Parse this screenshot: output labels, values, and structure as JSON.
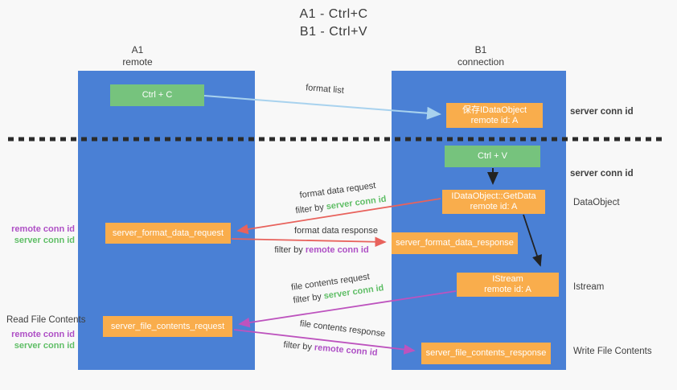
{
  "title": {
    "line1": "A1 - Ctrl+C",
    "line2": "B1 - Ctrl+V"
  },
  "columns": {
    "left": {
      "name": "A1",
      "subtitle": "remote"
    },
    "right": {
      "name": "B1",
      "subtitle": "connection"
    }
  },
  "boxes": {
    "ctrl_c": "Ctrl + C",
    "ctrl_v": "Ctrl + V",
    "save_dataobject": {
      "line1": "保存IDataObject",
      "line2": "remote id: A"
    },
    "getdata": {
      "line1": "IDataObject::GetData",
      "line2": "remote id: A"
    },
    "istream": {
      "line1": "IStream",
      "line2": "remote id: A"
    },
    "format_request": "server_format_data_request",
    "format_response": "server_format_data_response",
    "file_request": "server_file_contents_request",
    "file_response": "server_file_contents_response"
  },
  "arrow_labels": {
    "format_list": "format list",
    "format_data_request": "format data request",
    "filter_server_1": {
      "prefix": "filter by ",
      "highlight": "server conn id"
    },
    "format_data_response": "format data response",
    "filter_remote_1": {
      "prefix": "filter by ",
      "highlight": "remote conn id"
    },
    "file_contents_request": "file contents request",
    "filter_server_2": {
      "prefix": "filter by ",
      "highlight": "server conn id"
    },
    "file_contents_response": "file contents response",
    "filter_remote_2": {
      "prefix": "filter by ",
      "highlight": "remote conn id"
    }
  },
  "side_labels": {
    "server_conn_top": "server conn id",
    "server_conn_mid": "server conn id",
    "dataobject": "DataObject",
    "istream": "Istream",
    "write_file": "Write File Contents",
    "read_file": "Read File Contents",
    "group1": {
      "remote": "remote conn id",
      "server": "server conn id"
    },
    "group2": {
      "remote": "remote conn id",
      "server": "server conn id"
    }
  },
  "colors": {
    "column_blue": "#4a80d5",
    "box_green": "#76c37d",
    "box_orange": "#f9ad4c",
    "arrow_red": "#e8625c",
    "arrow_magenta": "#bd53be",
    "arrow_light_blue": "#a8d2ee",
    "arrow_black": "#222222",
    "text_green": "#5fbe66",
    "text_purple": "#ae4fc5",
    "background": "#f8f8f8"
  }
}
